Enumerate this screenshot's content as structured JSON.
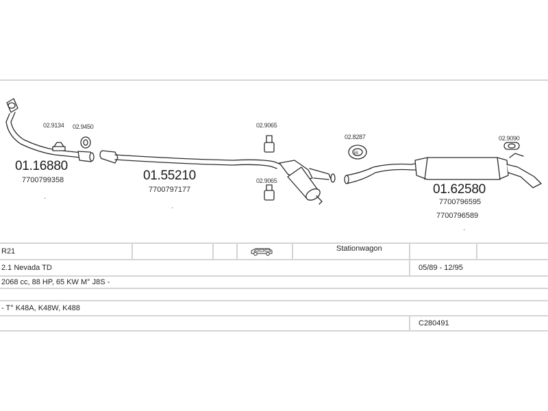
{
  "parts": {
    "front_pipe": {
      "number": "01.16880",
      "oem": "7700799358"
    },
    "center_silencer": {
      "number": "01.55210",
      "oem": "7700797177"
    },
    "rear_silencer": {
      "number": "01.62580",
      "oem_1": "7700796595",
      "oem_2": "7700796589"
    }
  },
  "fittings": {
    "f1": "02.9134",
    "f2": "02.9450",
    "f3": "02.9065",
    "f4": "02.9065",
    "f5": "02.8287",
    "f6": "02.9090"
  },
  "gasket_label": "65",
  "table": {
    "model": "R21",
    "body_type": "Stationwagon",
    "body_icon": "station-wagon-car-icon",
    "engine_name": "2.1 Nevada TD",
    "years": "05/89 - 12/95",
    "engine_spec": "2068 cc, 88 HP, 65 KW M° J8S -",
    "types": "- T° K48A, K48W, K488",
    "code": "C280491"
  }
}
